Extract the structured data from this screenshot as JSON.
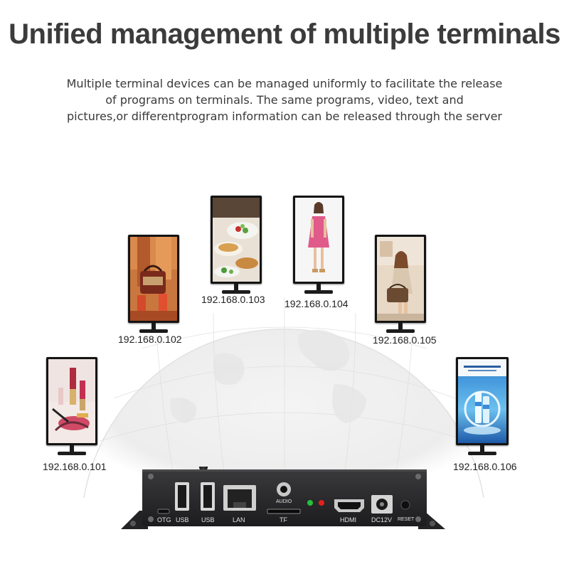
{
  "headline": "Unified management of multiple terminals",
  "description": {
    "lines": [
      "Multiple terminal devices can be managed uniformly to facilitate the release",
      "of programs on terminals. The same programs, video, text and",
      "pictures,or differentprogram information can be released through the server"
    ]
  },
  "terminals": [
    {
      "ip": "192.168.0.101",
      "content": "lipstick-cosmetics"
    },
    {
      "ip": "192.168.0.102",
      "content": "handbag-fashion"
    },
    {
      "ip": "192.168.0.103",
      "content": "food-dishes"
    },
    {
      "ip": "192.168.0.104",
      "content": "pink-dress-model"
    },
    {
      "ip": "192.168.0.105",
      "content": "sitting-model-bag"
    },
    {
      "ip": "192.168.0.106",
      "content": "skincare-product-ad"
    }
  ],
  "device": {
    "ports": {
      "otg": "OTG",
      "usb1": "USB",
      "usb2": "USB",
      "lan": "LAN",
      "audio": "AUDIO",
      "tf": "TF",
      "hdmi": "HDMI",
      "dc": "DC12V",
      "reset": "RESET"
    },
    "led_colors": [
      "#22c23a",
      "#e02020"
    ]
  }
}
